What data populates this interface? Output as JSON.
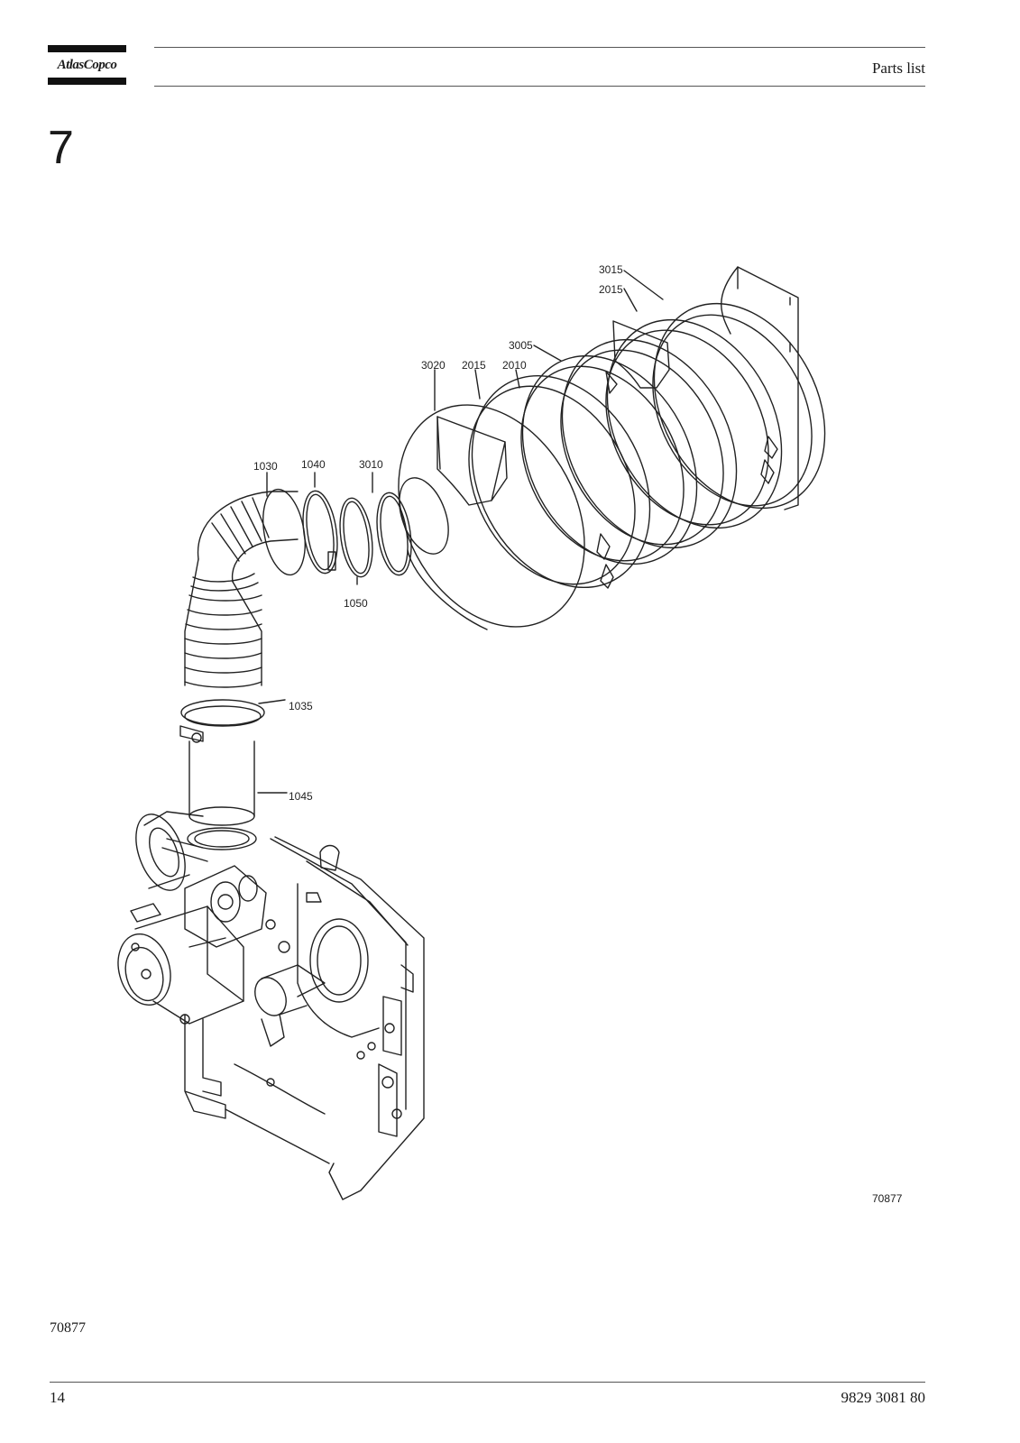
{
  "header": {
    "logo_text": "AtlasCopco",
    "title": "Parts list"
  },
  "section": {
    "number": "7"
  },
  "figure": {
    "id_label": "70877",
    "callouts": [
      {
        "key": "c3015",
        "label": "3015"
      },
      {
        "key": "c2015a",
        "label": "2015"
      },
      {
        "key": "c3005",
        "label": "3005"
      },
      {
        "key": "c3020",
        "label": "3020"
      },
      {
        "key": "c2015b",
        "label": "2015"
      },
      {
        "key": "c2010",
        "label": "2010"
      },
      {
        "key": "c1030",
        "label": "1030"
      },
      {
        "key": "c1040",
        "label": "1040"
      },
      {
        "key": "c3010",
        "label": "3010"
      },
      {
        "key": "c1050",
        "label": "1050"
      },
      {
        "key": "c1035",
        "label": "1035"
      },
      {
        "key": "c1045",
        "label": "1045"
      }
    ]
  },
  "caption": "70877",
  "footer": {
    "page_number": "14",
    "doc_number": "9829 3081 80"
  }
}
